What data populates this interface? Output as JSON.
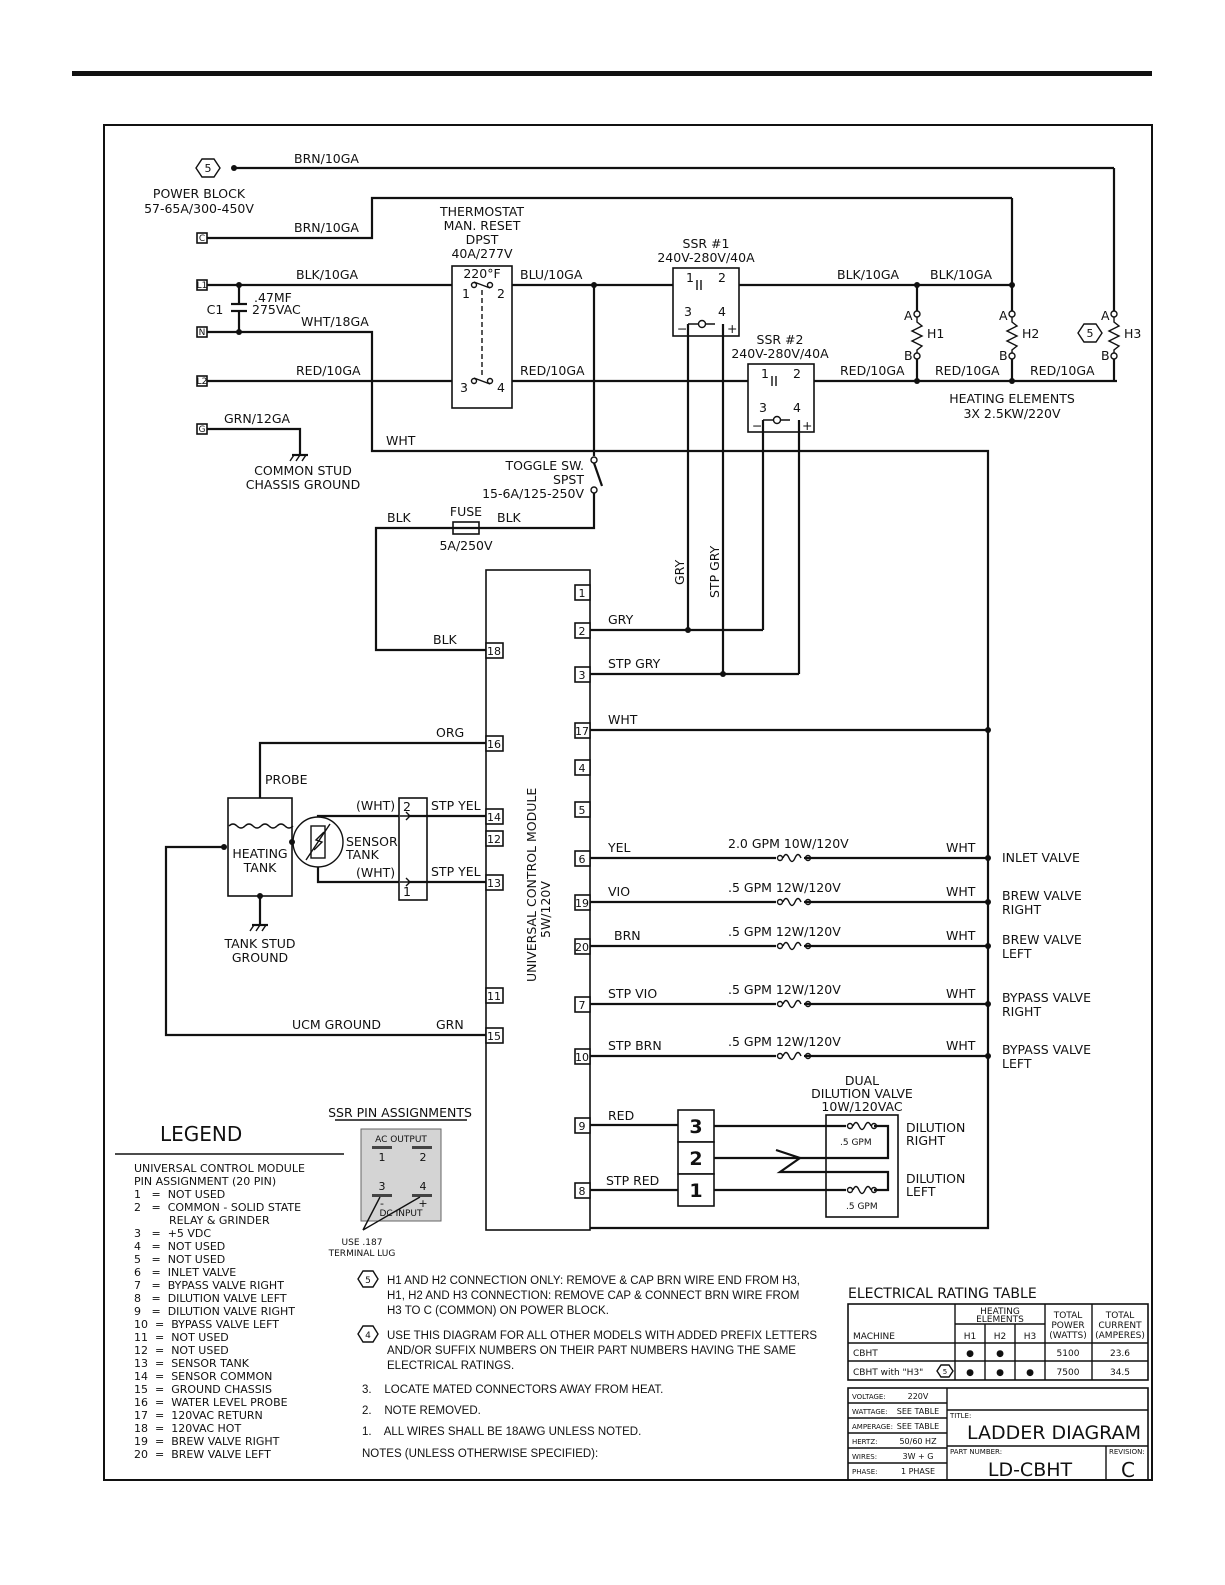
{
  "power_block": {
    "title": "POWER BLOCK",
    "rating": "57-65A/300-450V",
    "terminals": [
      "C",
      "L1",
      "N",
      "L2",
      "G"
    ],
    "note_marker": "5"
  },
  "wires": {
    "brn1": "BRN/10GA",
    "brn2": "BRN/10GA",
    "blk1": "BLK/10GA",
    "wht18": "WHT/18GA",
    "red1": "RED/10GA",
    "grn12": "GRN/12GA",
    "blu": "BLU/10GA",
    "red2": "RED/10GA",
    "blk_ssr": "BLK/10GA",
    "blk_h": "BLK/10GA",
    "red_ssr2": "RED/10GA",
    "red_h1": "RED/10GA",
    "red_h2": "RED/10GA",
    "wht": "WHT",
    "blk_l": "BLK",
    "blk_r": "BLK",
    "blk18": "BLK",
    "gry_v": "GRY",
    "stp_gry_v": "STP GRY",
    "gry2": "GRY",
    "stp_gry3": "STP GRY",
    "wht17": "WHT",
    "org": "ORG",
    "wht_a": "(WHT)",
    "wht_b": "(WHT)",
    "stp_yel_a": "STP YEL",
    "stp_yel_b": "STP YEL",
    "ucm_ground": "UCM GROUND",
    "grn": "GRN"
  },
  "capacitor": {
    "name": "C1",
    "value": ".47MF",
    "voltage": "275VAC"
  },
  "thermostat": {
    "lines": [
      "THERMOSTAT",
      "MAN. RESET",
      "DPST",
      "40A/277V"
    ],
    "temp": "220°F",
    "pins": [
      "1",
      "2",
      "3",
      "4"
    ]
  },
  "ssr1": {
    "title": "SSR #1",
    "rating": "240V-280V/40A",
    "pins": [
      "1",
      "2",
      "3",
      "4"
    ]
  },
  "ssr2": {
    "title": "SSR #2",
    "rating": "240V-280V/40A",
    "pins": [
      "1",
      "2",
      "3",
      "4"
    ]
  },
  "heaters": {
    "names": [
      "H1",
      "H2",
      "H3"
    ],
    "a": "A",
    "b": "B",
    "title": "HEATING ELEMENTS",
    "rating": "3X 2.5KW/220V"
  },
  "ground": {
    "line1": "COMMON STUD",
    "line2": "CHASSIS GROUND"
  },
  "toggle": {
    "line1": "TOGGLE SW.",
    "line2": "SPST",
    "line3": "15-6A/125-250V"
  },
  "fuse": {
    "label": "FUSE",
    "rating": "5A/250V"
  },
  "ucm": {
    "line1": "UNIVERSAL CONTROL MODULE",
    "line2": "5W/120V"
  },
  "ucm_pins_right": [
    "1",
    "2",
    "3",
    "17",
    "4",
    "5",
    "6",
    "19",
    "20",
    "7",
    "10",
    "9",
    "8"
  ],
  "ucm_pins_left": [
    "18",
    "16",
    "14",
    "12",
    "13",
    "11",
    "15"
  ],
  "tank": {
    "probe": "PROBE",
    "heating": "HEATING",
    "tank": "TANK",
    "sensor1": "SENSOR",
    "sensor2": "TANK",
    "stud1": "TANK STUD",
    "stud2": "GROUND",
    "conn_a": "2",
    "conn_b": "1"
  },
  "valves": [
    {
      "wire": "YEL",
      "rating": "2.0 GPM  10W/120V",
      "ret": "WHT",
      "name1": "INLET VALVE",
      "name2": ""
    },
    {
      "wire": "VIO",
      "rating": ".5 GPM  12W/120V",
      "ret": "WHT",
      "name1": "BREW VALVE",
      "name2": "RIGHT"
    },
    {
      "wire": "BRN",
      "rating": ".5 GPM  12W/120V",
      "ret": "WHT",
      "name1": "BREW VALVE",
      "name2": "LEFT"
    },
    {
      "wire": "STP VIO",
      "rating": ".5 GPM  12W/120V",
      "ret": "WHT",
      "name1": "BYPASS VALVE",
      "name2": "RIGHT"
    },
    {
      "wire": "STP BRN",
      "rating": ".5 GPM  12W/120V",
      "ret": "WHT",
      "name1": "BYPASS VALVE",
      "name2": "LEFT"
    }
  ],
  "dilution": {
    "title1": "DUAL",
    "title2": "DILUTION VALVE",
    "title3": "10W/120VAC",
    "red": "RED",
    "stp_red": "STP RED",
    "conn": [
      "3",
      "2",
      "1"
    ],
    "gpm_r": ".5 GPM",
    "gpm_l": ".5 GPM",
    "right1": "DILUTION",
    "right2": "RIGHT",
    "left1": "DILUTION",
    "left2": "LEFT"
  },
  "legend": {
    "title": "LEGEND",
    "subtitle1": "UNIVERSAL CONTROL MODULE",
    "subtitle2": "PIN ASSIGNMENT (20 PIN)",
    "items": [
      "1   =  NOT USED",
      "2   =  COMMON - SOLID STATE",
      "          RELAY & GRINDER",
      "3   =  +5 VDC",
      "4   =  NOT USED",
      "5   =  NOT USED",
      "6   =  INLET VALVE",
      "7   =  BYPASS VALVE RIGHT",
      "8   =  DILUTION VALVE LEFT",
      "9   =  DILUTION VALVE RIGHT",
      "10  =  BYPASS VALVE LEFT",
      "11  =  NOT USED",
      "12  =  NOT USED",
      "13  =  SENSOR TANK",
      "14  =  SENSOR COMMON",
      "15  =  GROUND CHASSIS",
      "16  =  WATER LEVEL PROBE",
      "17  =  120VAC RETURN",
      "18  =  120VAC HOT",
      "19  =  BREW VALVE RIGHT",
      "20  =  BREW VALVE LEFT"
    ]
  },
  "ssr_pins": {
    "title": "SSR PIN ASSIGNMENTS",
    "ac": "AC OUTPUT",
    "p1": "1",
    "p2": "2",
    "p3": "3",
    "p4": "4",
    "minus": "-",
    "plus": "+",
    "dc": "DC INPUT",
    "use1": "USE .187",
    "use2": "TERMINAL LUG"
  },
  "notes": {
    "n5a": "H1 AND H2 CONNECTION ONLY: REMOVE & CAP BRN WIRE END FROM H3,",
    "n5b": "H1, H2 AND H3 CONNECTION: REMOVE CAP & CONNECT BRN WIRE FROM",
    "n5c": "H3 TO C (COMMON) ON POWER BLOCK.",
    "n4a": "USE THIS DIAGRAM FOR ALL OTHER MODELS WITH ADDED PREFIX LETTERS",
    "n4b": "AND/OR SUFFIX NUMBERS ON THEIR PART NUMBERS HAVING THE SAME",
    "n4c": "ELECTRICAL RATINGS.",
    "n3": "3.    LOCATE MATED CONNECTORS AWAY FROM HEAT.",
    "n2": "2.    NOTE REMOVED.",
    "n1": "1.    ALL WIRES SHALL BE 18AWG UNLESS NOTED.",
    "footer": "NOTES (UNLESS OTHERWISE SPECIFIED):",
    "m5": "5",
    "m4": "4"
  },
  "rating_table": {
    "title": "ELECTRICAL RATING TABLE",
    "h_heating": "HEATING",
    "h_elements": "ELEMENTS",
    "h_machine": "MACHINE",
    "h_h1": "H1",
    "h_h2": "H2",
    "h_h3": "H3",
    "h_tp1": "TOTAL",
    "h_tp2": "POWER",
    "h_tp3": "(WATTS)",
    "h_tc1": "TOTAL",
    "h_tc2": "CURRENT",
    "h_tc3": "(AMPERES)",
    "rows": [
      {
        "machine": "CBHT",
        "h1": "●",
        "h2": "●",
        "h3": "",
        "power": "5100",
        "current": "23.6"
      },
      {
        "machine": "CBHT with \"H3\"",
        "h1": "●",
        "h2": "●",
        "h3": "●",
        "power": "7500",
        "current": "34.5"
      }
    ],
    "row_marker": "5"
  },
  "title_block": {
    "voltage_k": "VOLTAGE:",
    "voltage_v": "220V",
    "wattage_k": "WATTAGE:",
    "wattage_v": "SEE TABLE",
    "amperage_k": "AMPERAGE:",
    "amperage_v": "SEE TABLE",
    "hertz_k": "HERTZ:",
    "hertz_v": "50/60 HZ",
    "wires_k": "WIRES:",
    "wires_v": "3W + G",
    "phase_k": "PHASE:",
    "phase_v": "1 PHASE",
    "title_k": "TITLE:",
    "title_v": "LADDER DIAGRAM",
    "part_k": "PART NUMBER:",
    "part_v": "LD-CBHT",
    "rev_k": "REVISION:",
    "rev_v": "C"
  }
}
